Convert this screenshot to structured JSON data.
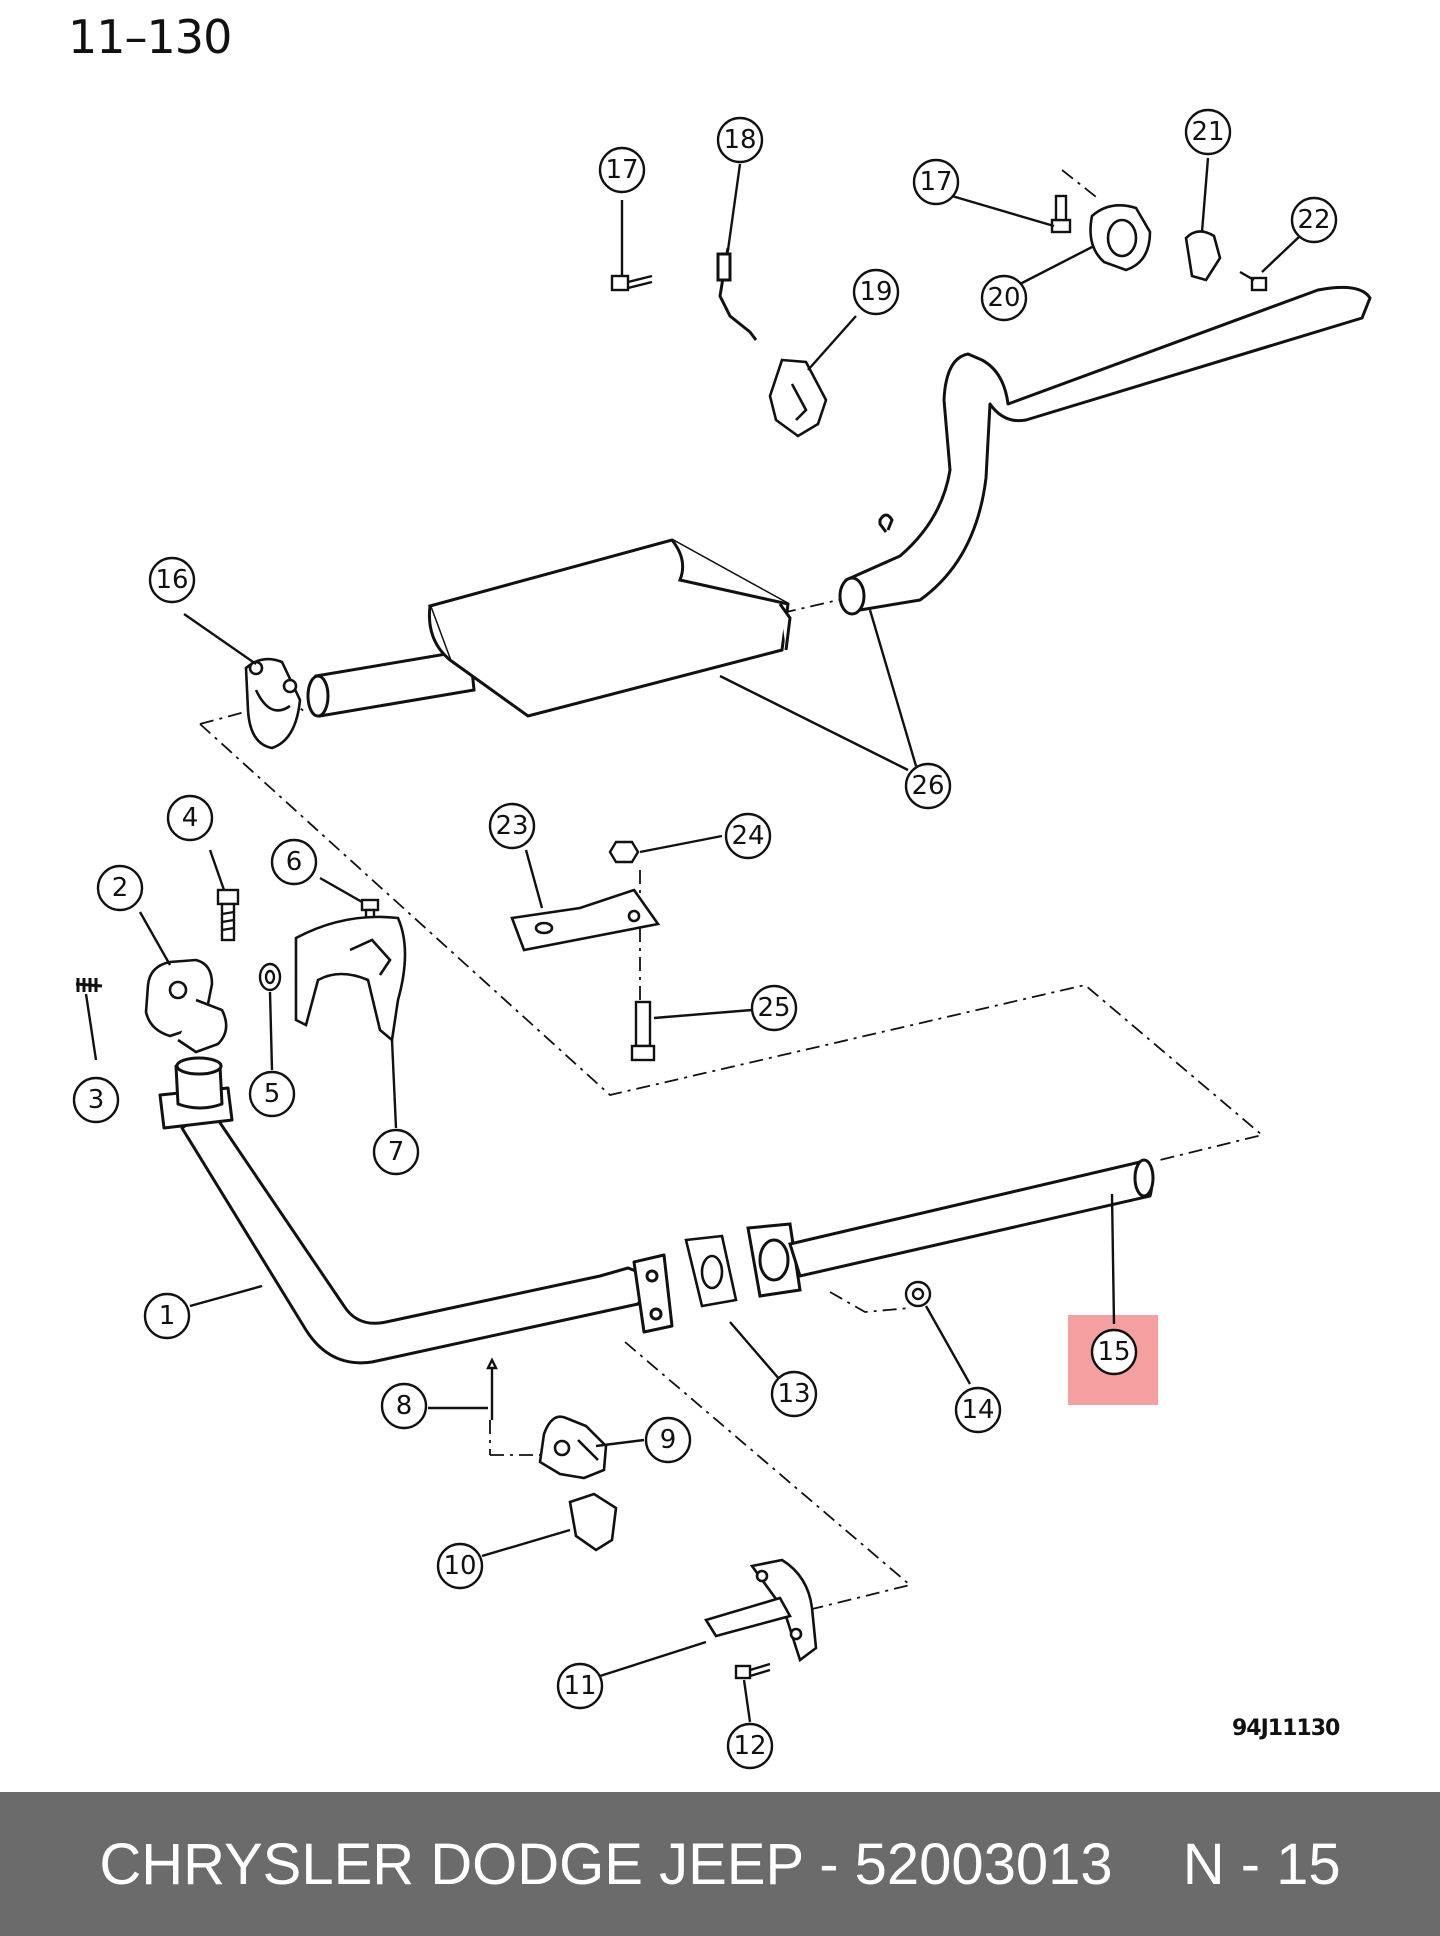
{
  "page_number": "11–130",
  "figure_code": "94J11130",
  "highlight": {
    "label": "15",
    "color": "#f4a0a0"
  },
  "callouts": [
    "1",
    "2",
    "3",
    "4",
    "5",
    "6",
    "7",
    "8",
    "9",
    "10",
    "11",
    "12",
    "13",
    "14",
    "15",
    "16",
    "17",
    "17",
    "18",
    "19",
    "20",
    "21",
    "22",
    "23",
    "24",
    "25",
    "26"
  ],
  "footer": {
    "brand_part": "CHRYSLER DODGE JEEP - 52003013",
    "ref": "N - 15"
  },
  "colors": {
    "line": "#111111",
    "footer_bg": "#6b6b6b",
    "footer_text": "#ffffff"
  }
}
